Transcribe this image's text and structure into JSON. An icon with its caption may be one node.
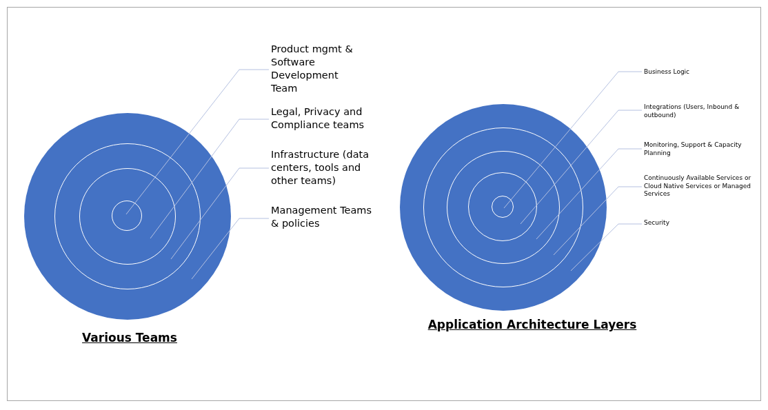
{
  "diagram": {
    "nodes": [
      {
        "text": [],
        "shape": "circle"
      },
      {
        "text": [],
        "shape": "circle",
        "in": 0
      },
      {
        "text": [],
        "shape": "circle",
        "in": 1
      },
      {
        "text": [],
        "shape": "circle",
        "in": 2
      },
      {
        "text": [
          "Product mgmt & Software Development Team"
        ]
      },
      {
        "text": [
          "Legal, Privacy and Compliance teams"
        ]
      },
      {
        "text": [
          "Infrastructure (data centers, tools and other teams)"
        ]
      },
      {
        "text": [
          "Management Teams & policies"
        ]
      },
      {
        "text": [],
        "shape": "circle"
      },
      {
        "text": [],
        "shape": "circle",
        "in": 8
      },
      {
        "text": [],
        "shape": "circle",
        "in": 9
      },
      {
        "text": [],
        "shape": "circle",
        "in": 10
      },
      {
        "text": [],
        "shape": "circle",
        "in": 11
      },
      {
        "text": [
          "Business Logic"
        ]
      },
      {
        "text": [
          "Integrations (Users, Inbound & outbound)"
        ]
      },
      {
        "text": [
          "Monitoring, Support & Capacity Planning"
        ]
      },
      {
        "text": [
          "Continuously Available Services or Cloud Native Services or Managed Services"
        ]
      },
      {
        "text": [
          "Security"
        ]
      }
    ],
    "edges": [
      {
        "from": 4,
        "to": 3,
        "arrow": "none"
      },
      {
        "from": 5,
        "to": 2,
        "arrow": "none"
      },
      {
        "from": 6,
        "to": 1,
        "arrow": "none"
      },
      {
        "from": 7,
        "to": 0,
        "arrow": "none"
      },
      {
        "from": 13,
        "to": 12,
        "arrow": "none"
      },
      {
        "from": 14,
        "to": 11,
        "arrow": "none"
      },
      {
        "from": 15,
        "to": 10,
        "arrow": "none"
      },
      {
        "from": 16,
        "to": 9,
        "arrow": "none"
      },
      {
        "from": 17,
        "to": 8,
        "arrow": "none"
      }
    ],
    "labels": [
      "Various Teams",
      "Application Architecture Layers"
    ]
  }
}
